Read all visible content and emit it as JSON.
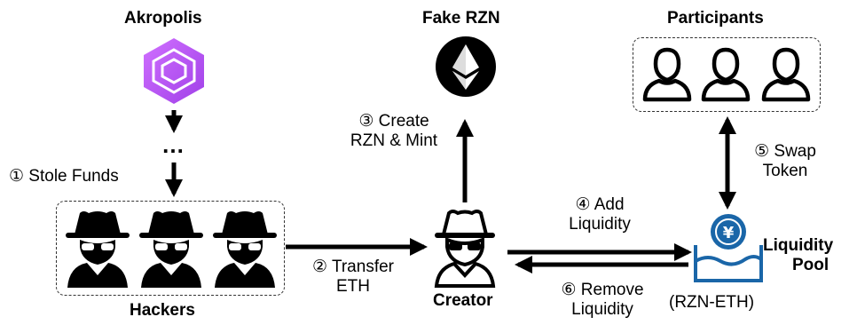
{
  "labels": {
    "akropolis": "Akropolis",
    "fake_rzn": "Fake RZN",
    "participants": "Participants",
    "hackers": "Hackers",
    "creator": "Creator",
    "liquidity_pool_line1": "Liquidity",
    "liquidity_pool_line2": "Pool",
    "pool_pair": "(RZN-ETH)",
    "ellipsis": "…"
  },
  "steps": {
    "s1": "① Stole Funds",
    "s2_line1": "② Transfer",
    "s2_line2": "ETH",
    "s3_line1": "③ Create",
    "s3_line2": "RZN & Mint",
    "s4_line1": "④ Add",
    "s4_line2": "Liquidity",
    "s5_line1": "⑤ Swap",
    "s5_line2": "Token",
    "s6_line1": "⑥ Remove",
    "s6_line2": "Liquidity"
  },
  "icons": {
    "akropolis_logo": "hexagon-logo-icon",
    "fake_rzn_logo": "ethereum-icon",
    "participant": "user-outline-icon",
    "hacker": "spy-icon",
    "creator": "spy-icon",
    "pool": "yen-coin-pool-icon"
  },
  "colors": {
    "akropolis_purple": "#c060f0",
    "ink": "#000000"
  }
}
